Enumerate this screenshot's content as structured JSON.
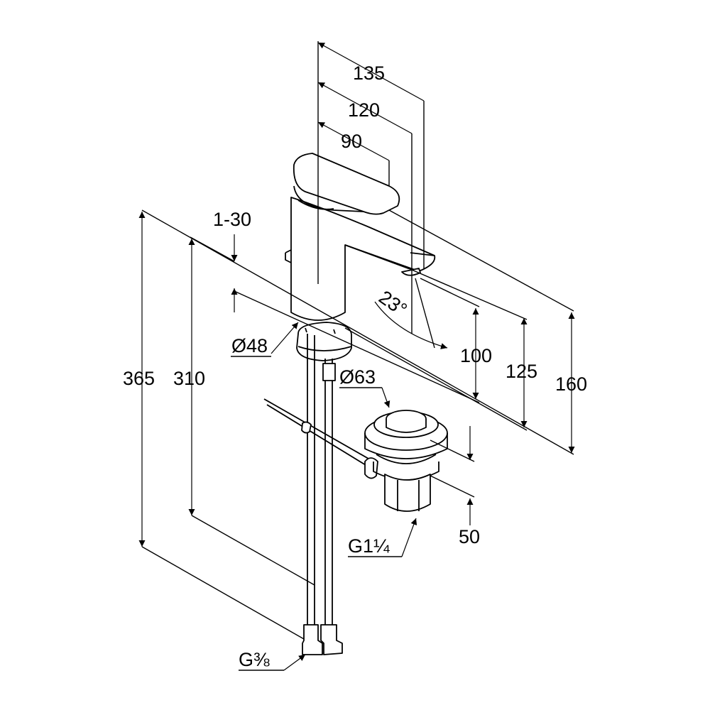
{
  "dimensions": {
    "d135": "135",
    "d120": "120",
    "d90": "90",
    "d1_30": "1-30",
    "angle": "23°",
    "d100": "100",
    "d125": "125",
    "d160": "160",
    "d48": "Ø48",
    "d63": "Ø63",
    "d365": "365",
    "d310": "310",
    "d50": "50",
    "g114": "G1¼",
    "g38": "G⅜"
  },
  "colors": {
    "line": "#000000",
    "background": "#ffffff"
  }
}
